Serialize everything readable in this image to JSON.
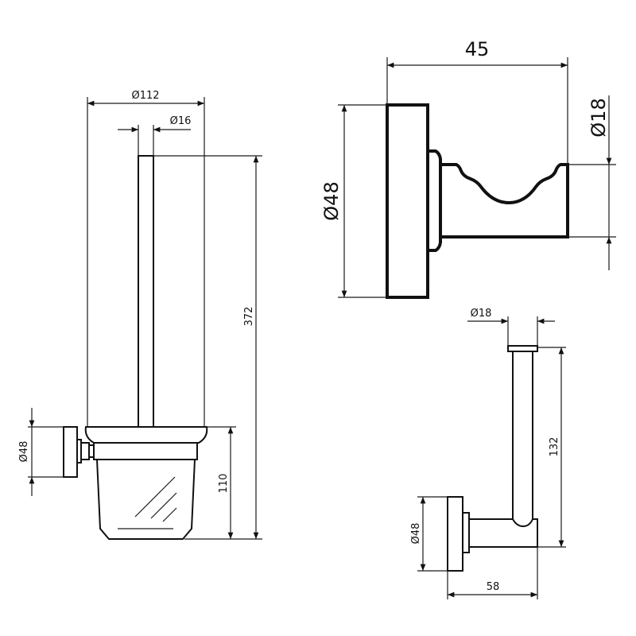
{
  "toilet_brush_holder": {
    "diameter_overall": "Ø112",
    "diameter_handle": "Ø16",
    "height_total": "372",
    "height_cup": "110",
    "diameter_wall_plate": "Ø48"
  },
  "robe_hook": {
    "projection": "45",
    "diameter_wall_plate": "Ø48",
    "diameter_arm": "Ø18"
  },
  "spare_roll_holder": {
    "diameter_rod": "Ø18",
    "height": "132",
    "diameter_wall_plate": "Ø48",
    "projection": "58"
  },
  "colors": {
    "line": "#111111",
    "background": "#ffffff"
  }
}
